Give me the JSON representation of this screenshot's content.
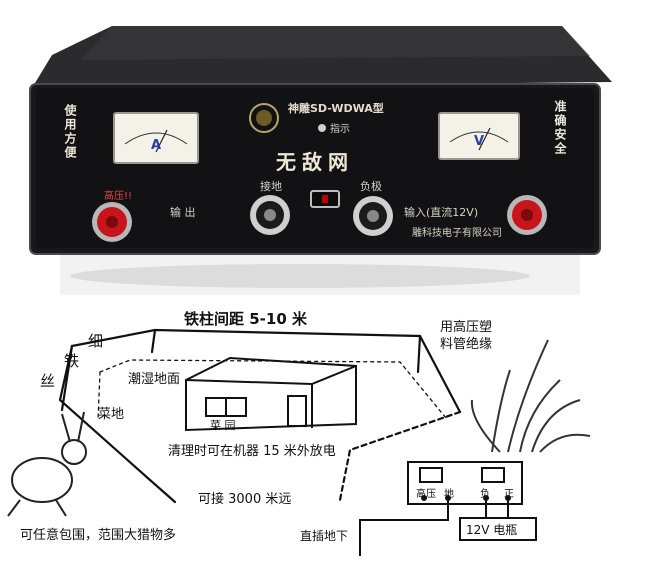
{
  "device": {
    "brand_model": "神雕SD-WDWA型",
    "product_name": "无敌网",
    "left_side_text": "使用方便",
    "right_side_text": "准确安全",
    "ammeter_unit": "A",
    "voltmeter_unit": "V",
    "label_ground": "接地",
    "label_negative": "负极",
    "label_output": "输 出",
    "label_input": "输入(直流12V)",
    "label_indicator": "指示",
    "label_high_voltage": "高压!!",
    "company": "雕科技电子有限公司"
  },
  "diagram": {
    "pole_spacing": "铁柱间距 5-10 米",
    "wire_label_1": "细",
    "wire_label_2": "铁",
    "wire_label_3": "丝",
    "insulation_line1": "用高压塑",
    "insulation_line2": "料管绝缘",
    "wet_ground": "潮湿地面",
    "vegetable_field": "菜地",
    "garden_sign": "菜 园",
    "cleanup_note": "清理时可在机器 15 米外放电",
    "distance_note": "可接 3000 米远",
    "coverage_note": "可任意包围，范围大猎物多",
    "ground_rod_note": "直插地下",
    "battery_label": "12V 电瓶",
    "box_label_hv": "高压",
    "box_label_ground": "地",
    "box_label_negative": "负",
    "box_label_positive": "正"
  },
  "colors": {
    "case_black": "#1c1c1e",
    "terminal_red": "#c8141c",
    "meter_face": "#f4f1e8"
  }
}
